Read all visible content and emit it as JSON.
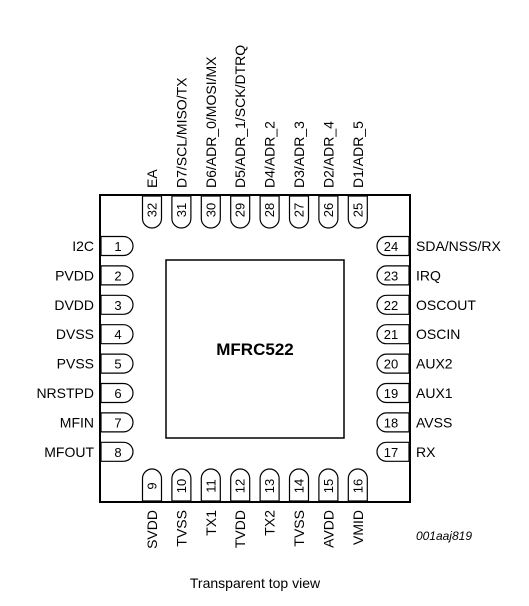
{
  "chip": {
    "name": "MFRC522"
  },
  "caption": "Transparent top view",
  "figure_id": "001aaj819",
  "pins": {
    "left": [
      {
        "num": "1",
        "label": "I2C"
      },
      {
        "num": "2",
        "label": "PVDD"
      },
      {
        "num": "3",
        "label": "DVDD"
      },
      {
        "num": "4",
        "label": "DVSS"
      },
      {
        "num": "5",
        "label": "PVSS"
      },
      {
        "num": "6",
        "label": "NRSTPD"
      },
      {
        "num": "7",
        "label": "MFIN"
      },
      {
        "num": "8",
        "label": "MFOUT"
      }
    ],
    "bottom": [
      {
        "num": "9",
        "label": "SVDD"
      },
      {
        "num": "10",
        "label": "TVSS"
      },
      {
        "num": "11",
        "label": "TX1"
      },
      {
        "num": "12",
        "label": "TVDD"
      },
      {
        "num": "13",
        "label": "TX2"
      },
      {
        "num": "14",
        "label": "TVSS"
      },
      {
        "num": "15",
        "label": "AVDD"
      },
      {
        "num": "16",
        "label": "VMID"
      }
    ],
    "right": [
      {
        "num": "24",
        "label": "SDA/NSS/RX"
      },
      {
        "num": "23",
        "label": "IRQ"
      },
      {
        "num": "22",
        "label": "OSCOUT"
      },
      {
        "num": "21",
        "label": "OSCIN"
      },
      {
        "num": "20",
        "label": "AUX2"
      },
      {
        "num": "19",
        "label": "AUX1"
      },
      {
        "num": "18",
        "label": "AVSS"
      },
      {
        "num": "17",
        "label": "RX"
      }
    ],
    "top": [
      {
        "num": "32",
        "label": "EA"
      },
      {
        "num": "31",
        "label": "D7/SCL/MISO/TX"
      },
      {
        "num": "30",
        "label": "D6/ADR_0/MOSI/MX"
      },
      {
        "num": "29",
        "label": "D5/ADR_1/SCK/DTRQ"
      },
      {
        "num": "28",
        "label": "D4/ADR_2"
      },
      {
        "num": "27",
        "label": "D3/ADR_3"
      },
      {
        "num": "26",
        "label": "D2/ADR_4"
      },
      {
        "num": "25",
        "label": "D1/ADR_5"
      }
    ]
  }
}
